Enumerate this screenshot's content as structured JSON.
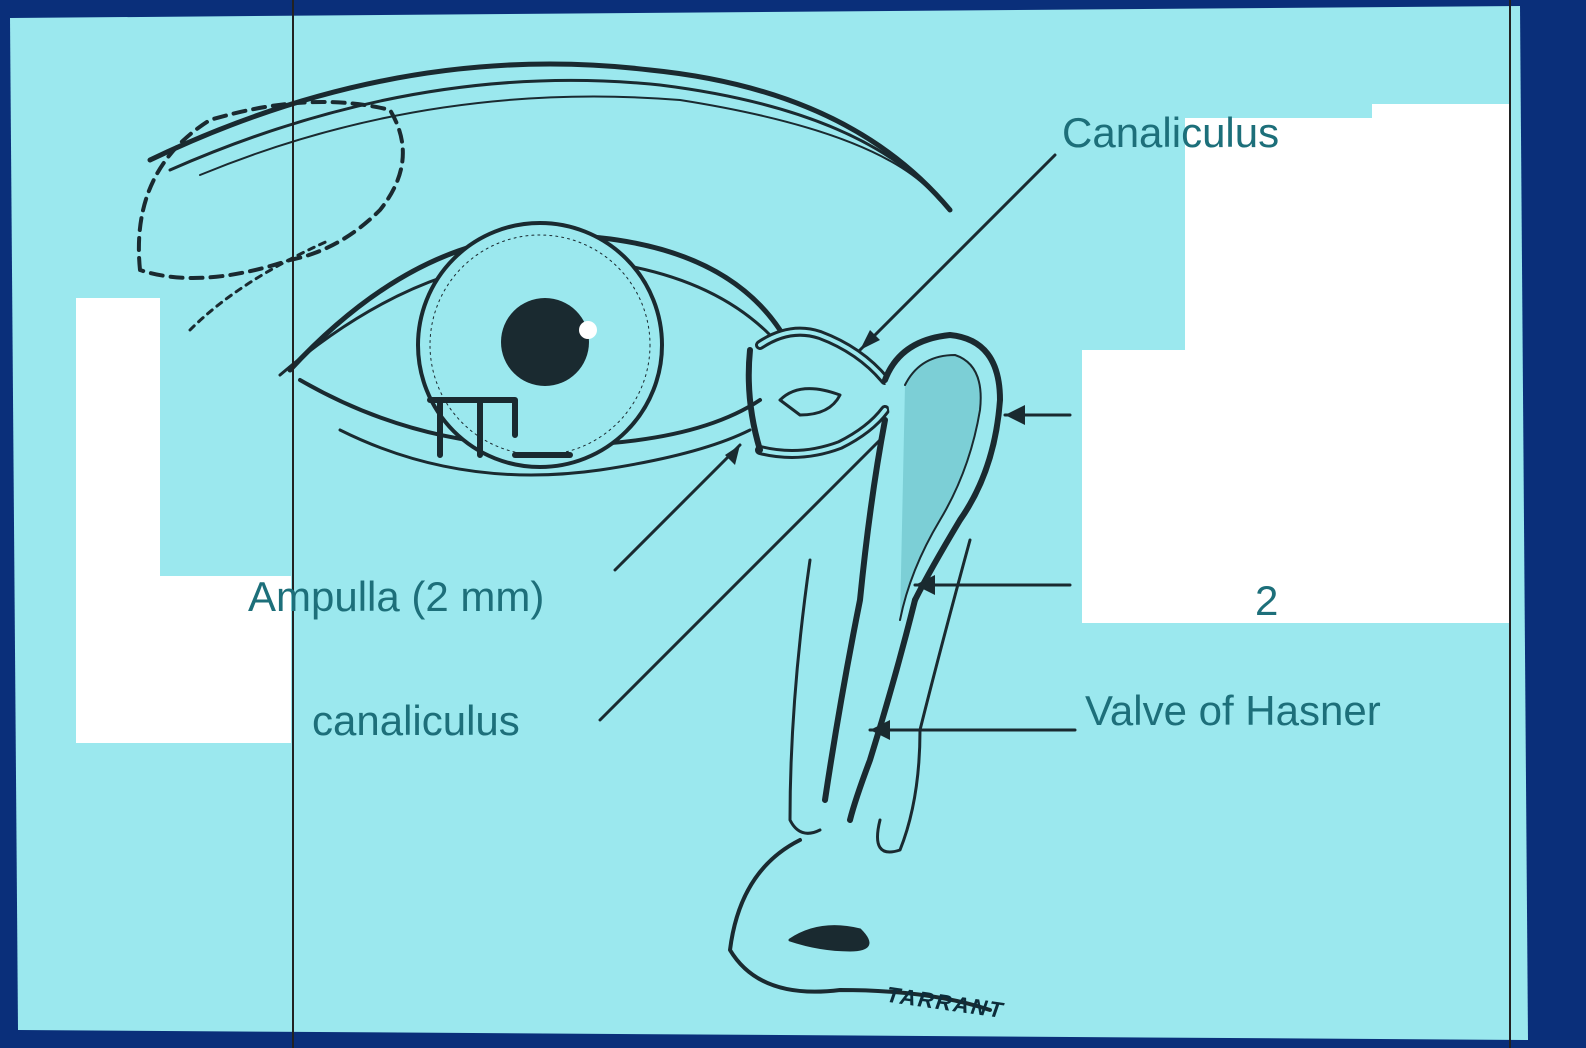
{
  "labels": {
    "canaliculus_top": "Canaliculus",
    "ampulla": "Ampulla (2 mm)",
    "common_canaliculus": "canaliculus",
    "valve_hasner": "Valve of Hasner",
    "number_two": "2"
  },
  "artist_signature": "TARRANT",
  "colors": {
    "slide_background": "#9be8ee",
    "frame": "#0a2f7a",
    "ink": "#1a2a30",
    "label_text": "#1d6f7a",
    "white_blocks": "#ffffff"
  }
}
